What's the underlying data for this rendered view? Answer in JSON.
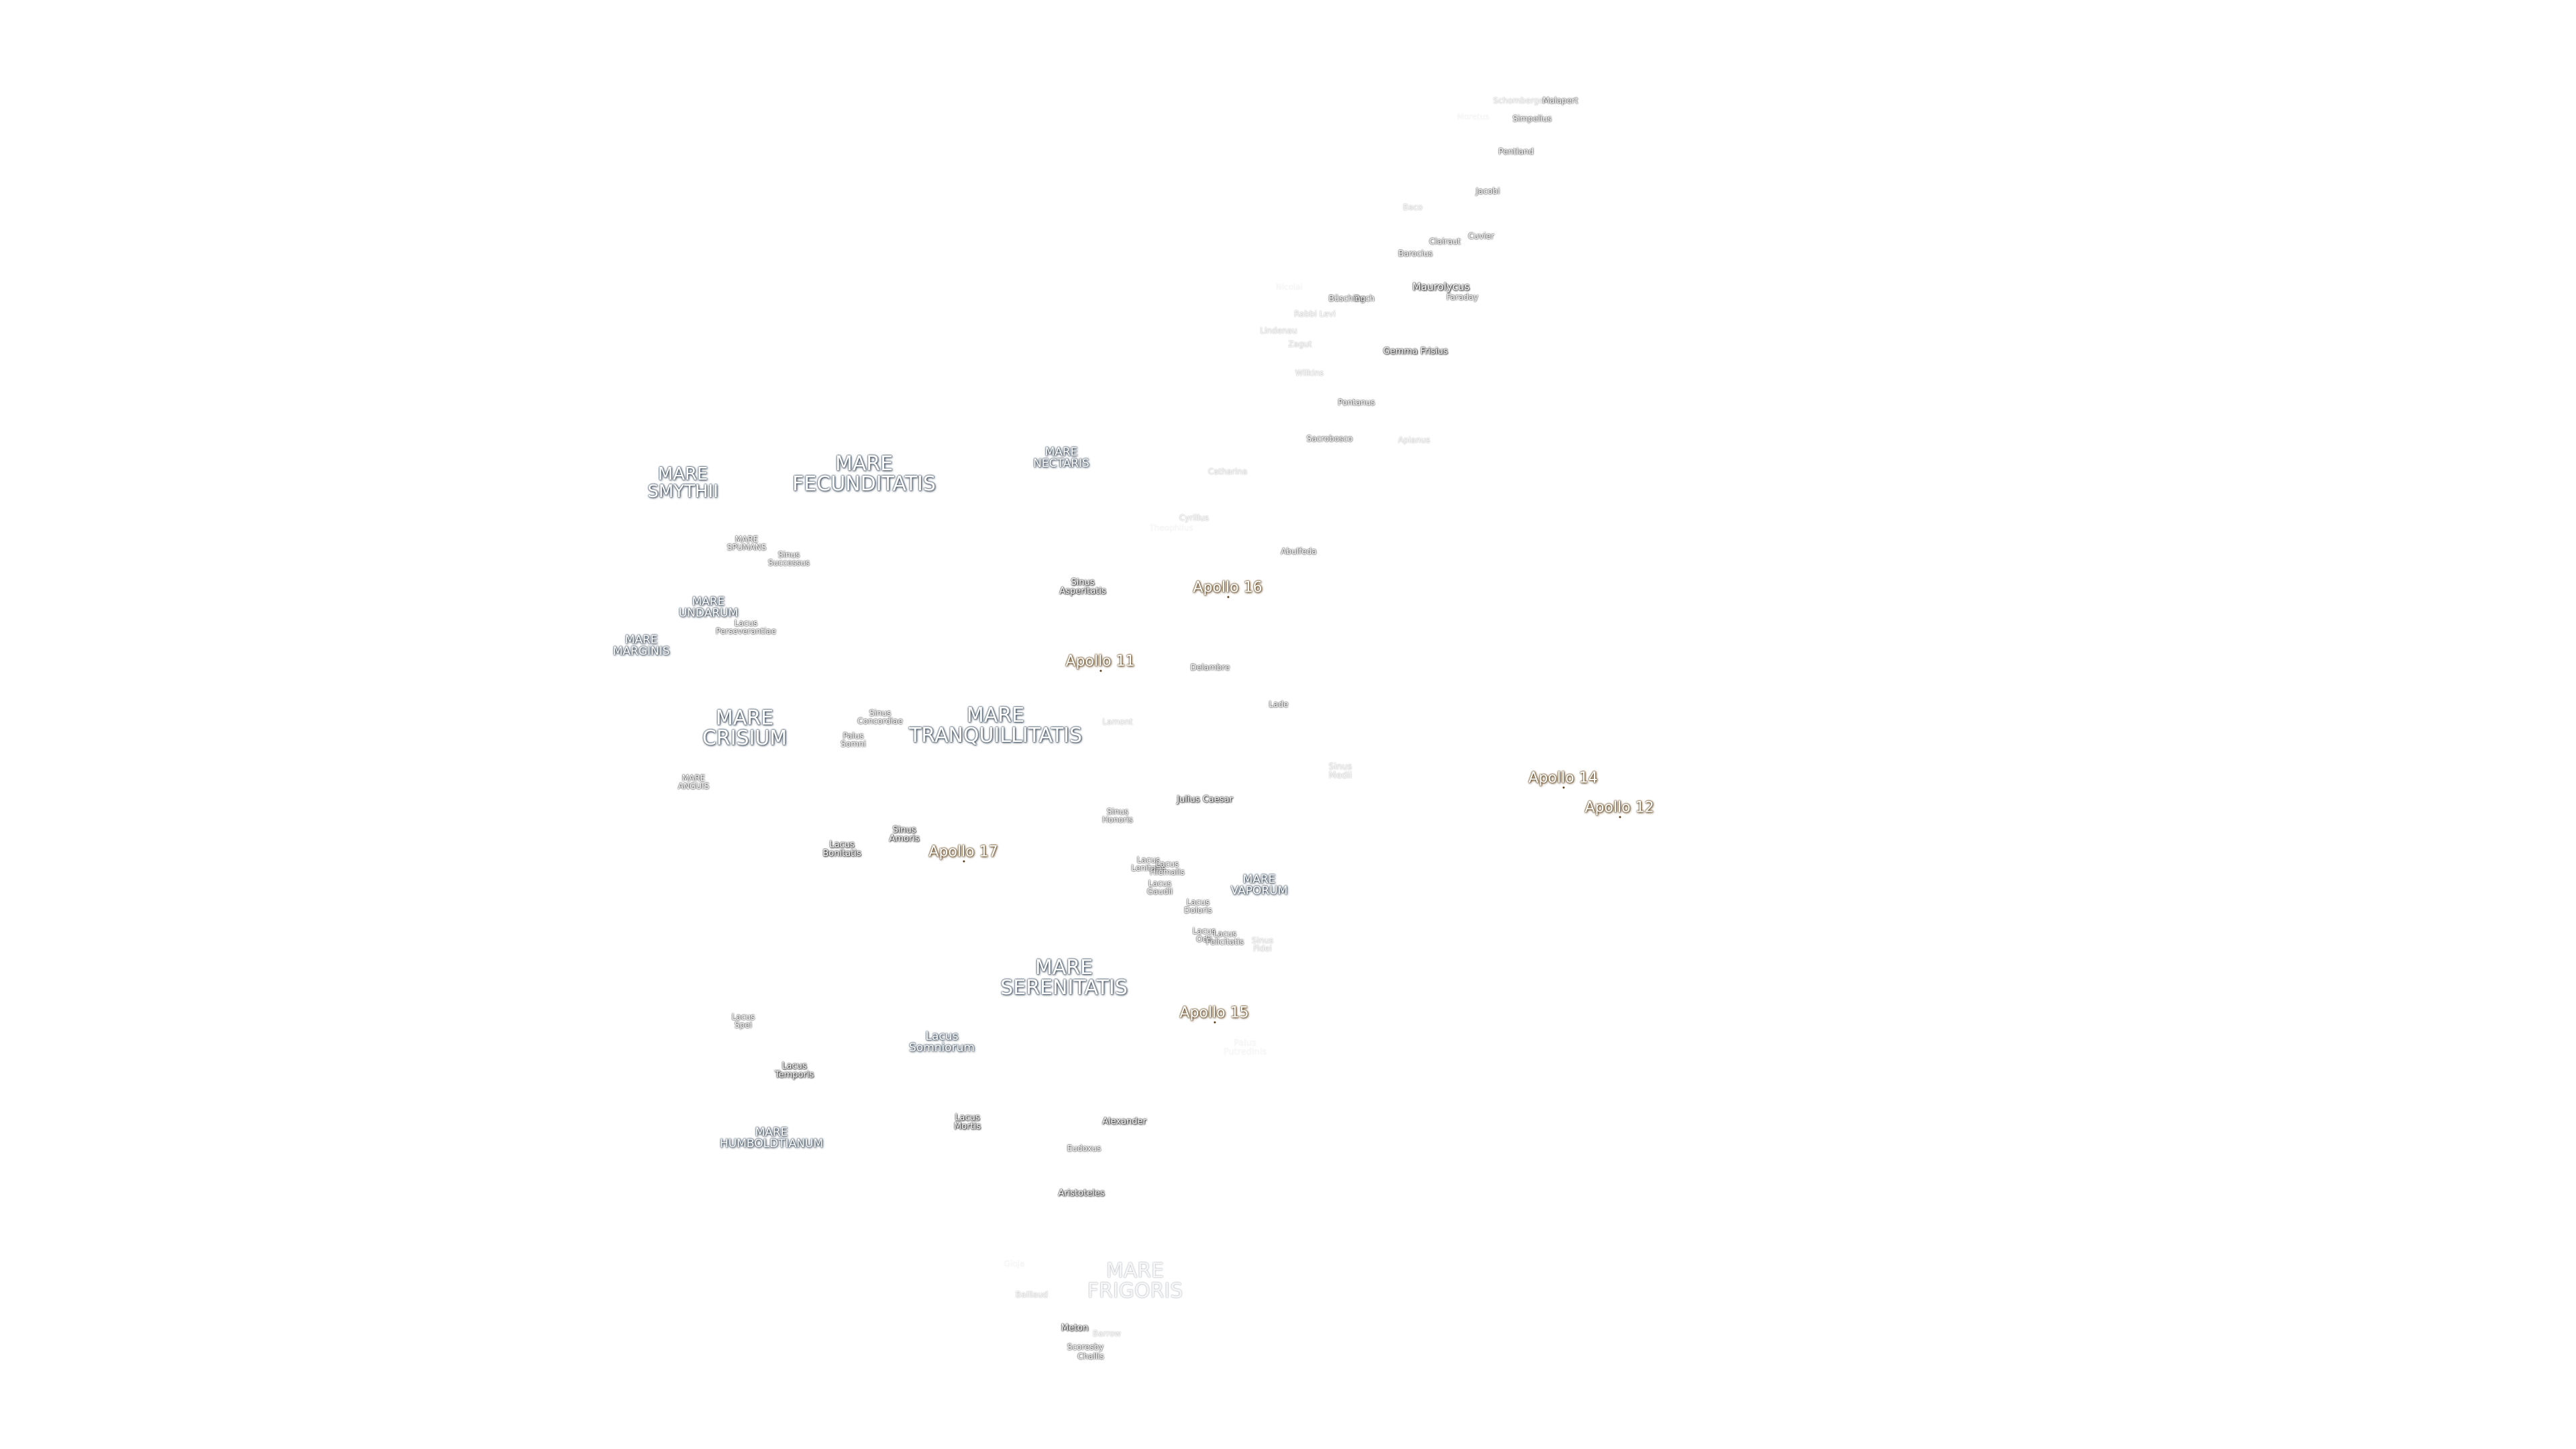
{
  "maria": {
    "smythii": [
      "MARE",
      "SMYTHII"
    ],
    "fecunditatis": [
      "MARE",
      "FECUNDITATIS"
    ],
    "nectaris": [
      "MARE",
      "NECTARIS"
    ],
    "spumans": [
      "MARE",
      "SPUMANS"
    ],
    "undarum": [
      "MARE",
      "UNDARUM"
    ],
    "marginis": [
      "MARE",
      "MARGINIS"
    ],
    "crisium": [
      "MARE",
      "CRISIUM"
    ],
    "tranquillitatis": [
      "MARE",
      "TRANQUILLITATIS"
    ],
    "anguis": [
      "MARE",
      "ANGUIS"
    ],
    "vaporum": [
      "MARE",
      "VAPORUM"
    ],
    "serenitatis": [
      "MARE",
      "SERENITATIS"
    ],
    "humboldtianum": [
      "MARE",
      "HUMBOLDTIANUM"
    ],
    "frigoris": [
      "MARE",
      "FRIGORIS"
    ]
  },
  "features": {
    "sinus_successus": [
      "Sinus",
      "Successus"
    ],
    "lacus_perseverantiae": [
      "Lacus",
      "Perseverantiae"
    ],
    "sinus_asperitatis": [
      "Sinus",
      "Asperitatis"
    ],
    "sinus_concordiae": [
      "Sinus",
      "Concordiae"
    ],
    "palus_somni": [
      "Palus",
      "Somni"
    ],
    "sinus_amoris": [
      "Sinus",
      "Amoris"
    ],
    "lacus_bonitatis": [
      "Lacus",
      "Bonitatis"
    ],
    "sinus_honoris": [
      "Sinus",
      "Honoris"
    ],
    "sinus_medii": [
      "Sinus",
      "Medii"
    ],
    "lacus_lenitatis": [
      "Lacus",
      "Lenitatis"
    ],
    "lacus_hiemalis": [
      "Lacus",
      "Hiemalis"
    ],
    "lacus_gaudii": [
      "Lacus",
      "Gaudii"
    ],
    "lacus_doloris": [
      "Lacus",
      "Doloris"
    ],
    "lacus_odii": [
      "Lacus",
      "Odii"
    ],
    "lacus_felicitatis": [
      "Lacus",
      "Felicitatis"
    ],
    "sinus_fidei": [
      "Sinus",
      "Fidei"
    ],
    "palus_putredinis": [
      "Palus",
      "Putredinis"
    ],
    "lacus_spei": [
      "Lacus",
      "Spei"
    ],
    "lacus_temporis": [
      "Lacus",
      "Temporis"
    ],
    "lacus_somniorum": [
      "Lacus",
      "Somniorum"
    ],
    "lacus_mortis": [
      "Lacus",
      "Mortis"
    ]
  },
  "craters": {
    "schomberger": "Schomberger",
    "malapert": "Malapert",
    "moretus": "Moretus",
    "simpelius": "Simpelius",
    "pentland": "Pentland",
    "jacobi": "Jacobi",
    "baco": "Baco",
    "cuvier": "Cuvier",
    "clairaut": "Clairaut",
    "barocius": "Barocius",
    "maurolycus": "Maurolycus",
    "faraday": "Faraday",
    "nicolai": "Nicolai",
    "buch": "Buch",
    "busching": "Büsching",
    "rabbi_levi": "Rabbi Levi",
    "zagut": "Zagut",
    "lindenau": "Lindenau",
    "gemma_frisius": "Gemma Frisius",
    "wilkins": "Wilkins",
    "pontanus": "Pontanus",
    "sacrobosco": "Sacrobosco",
    "apianus": "Apianus",
    "catharina": "Catharina",
    "cyrillus": "Cyrillus",
    "theophilus": "Theophilus",
    "abulfeda": "Abulfeda",
    "delambre": "Delambre",
    "lade": "Lade",
    "lamont": "Lamont",
    "julius_caesar": "Julius Caesar",
    "alexander": "Alexander",
    "eudoxus": "Eudoxus",
    "aristoteles": "Aristoteles",
    "baillaud": "Baillaud",
    "meton": "Meton",
    "barrow": "Barrow",
    "scoresby": "Scoresby",
    "challis": "Challis",
    "gioja": "Gioja"
  },
  "apollo_sites": {
    "a16": "Apollo 16",
    "a11": "Apollo 11",
    "a14": "Apollo 14",
    "a12": "Apollo 12",
    "a17": "Apollo 17",
    "a15": "Apollo 15"
  }
}
